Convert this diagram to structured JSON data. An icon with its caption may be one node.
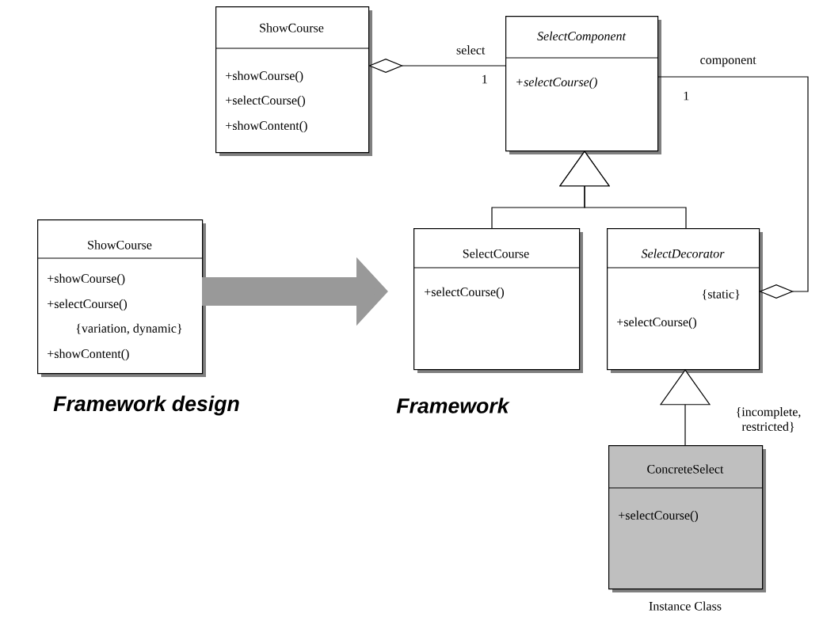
{
  "diagram": {
    "nodes": [
      {
        "text": [
          "ShowCourse",
          "+showCourse()",
          "+selectCourse()",
          "+showContent()"
        ]
      },
      {
        "text": [
          "SelectComponent",
          "+selectCourse()"
        ]
      },
      {
        "text": [
          "SelectCourse",
          "+selectCourse()"
        ]
      },
      {
        "text": [
          "SelectDecorator",
          "{static}",
          "+selectCourse()"
        ]
      },
      {
        "text": [
          "ConcreteSelect",
          "+selectCourse()"
        ],
        "beside": [
          "Instance Class"
        ]
      },
      {
        "text": [
          "ShowCourse",
          "+showCourse()",
          "+selectCourse()",
          "{variation, dynamic}",
          "+showContent()"
        ]
      }
    ],
    "edges": [
      {
        "from": 1,
        "to": 0,
        "arrow": "other",
        "label": "select"
      },
      {
        "from": 1,
        "to": 3,
        "arrow": "other",
        "label": "component"
      },
      {
        "from": 2,
        "to": 1,
        "arrow": "to"
      },
      {
        "from": 3,
        "to": 1,
        "arrow": "to"
      },
      {
        "from": 4,
        "to": 3,
        "arrow": "to"
      },
      {
        "from": 5,
        "to": null,
        "arrow": "to",
        "style": "thick",
        "color": "#999999"
      }
    ],
    "labels": [
      "1",
      "1",
      "{incomplete, restricted}",
      "Framework design",
      "Framework"
    ]
  }
}
